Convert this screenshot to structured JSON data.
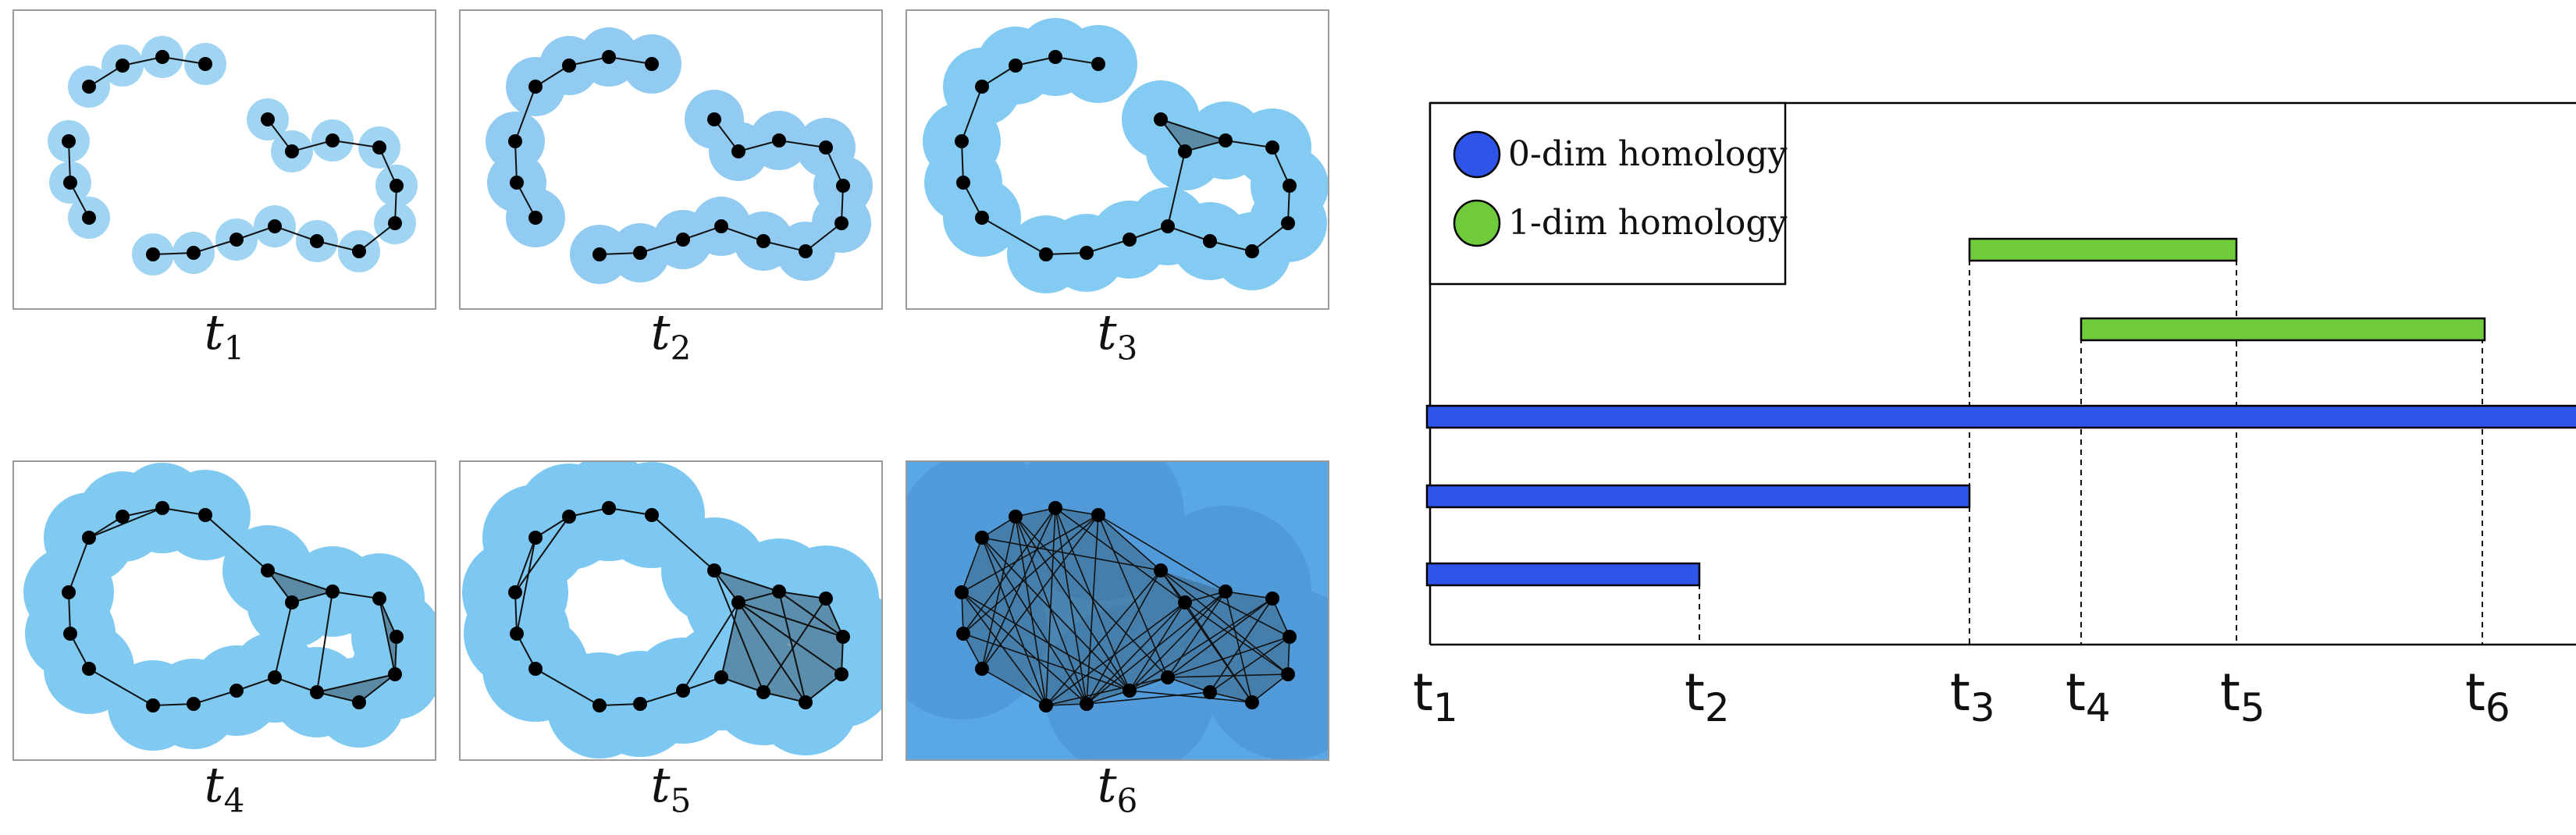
{
  "filtration": {
    "labels": [
      {
        "t": "t",
        "sub": "1"
      },
      {
        "t": "t",
        "sub": "2"
      },
      {
        "t": "t",
        "sub": "3"
      },
      {
        "t": "t",
        "sub": "4"
      },
      {
        "t": "t",
        "sub": "5"
      },
      {
        "t": "t",
        "sub": "6"
      }
    ],
    "colors": {
      "ball": "#6fc3f1",
      "ball_small": "#8fcdf2",
      "point": "#000000",
      "edge": "#111111"
    }
  },
  "barcode": {
    "legend": [
      {
        "label": "0-dim homology",
        "color": "#2f55e8"
      },
      {
        "label": "1-dim homology",
        "color": "#6fcb3c"
      }
    ],
    "axis_ticks": [
      {
        "t": "t",
        "sub": "1"
      },
      {
        "t": "t",
        "sub": "2"
      },
      {
        "t": "t",
        "sub": "3"
      },
      {
        "t": "t",
        "sub": "4"
      },
      {
        "t": "t",
        "sub": "5"
      },
      {
        "t": "t",
        "sub": "6"
      }
    ],
    "bars": [
      {
        "dim": 0,
        "birth": "t1",
        "death": "infinity"
      },
      {
        "dim": 0,
        "birth": "t1",
        "death": "t3"
      },
      {
        "dim": 0,
        "birth": "t1",
        "death": "t2"
      },
      {
        "dim": 1,
        "birth": "t3",
        "death": "t5"
      },
      {
        "dim": 1,
        "birth": "t4",
        "death": "t6"
      }
    ]
  }
}
